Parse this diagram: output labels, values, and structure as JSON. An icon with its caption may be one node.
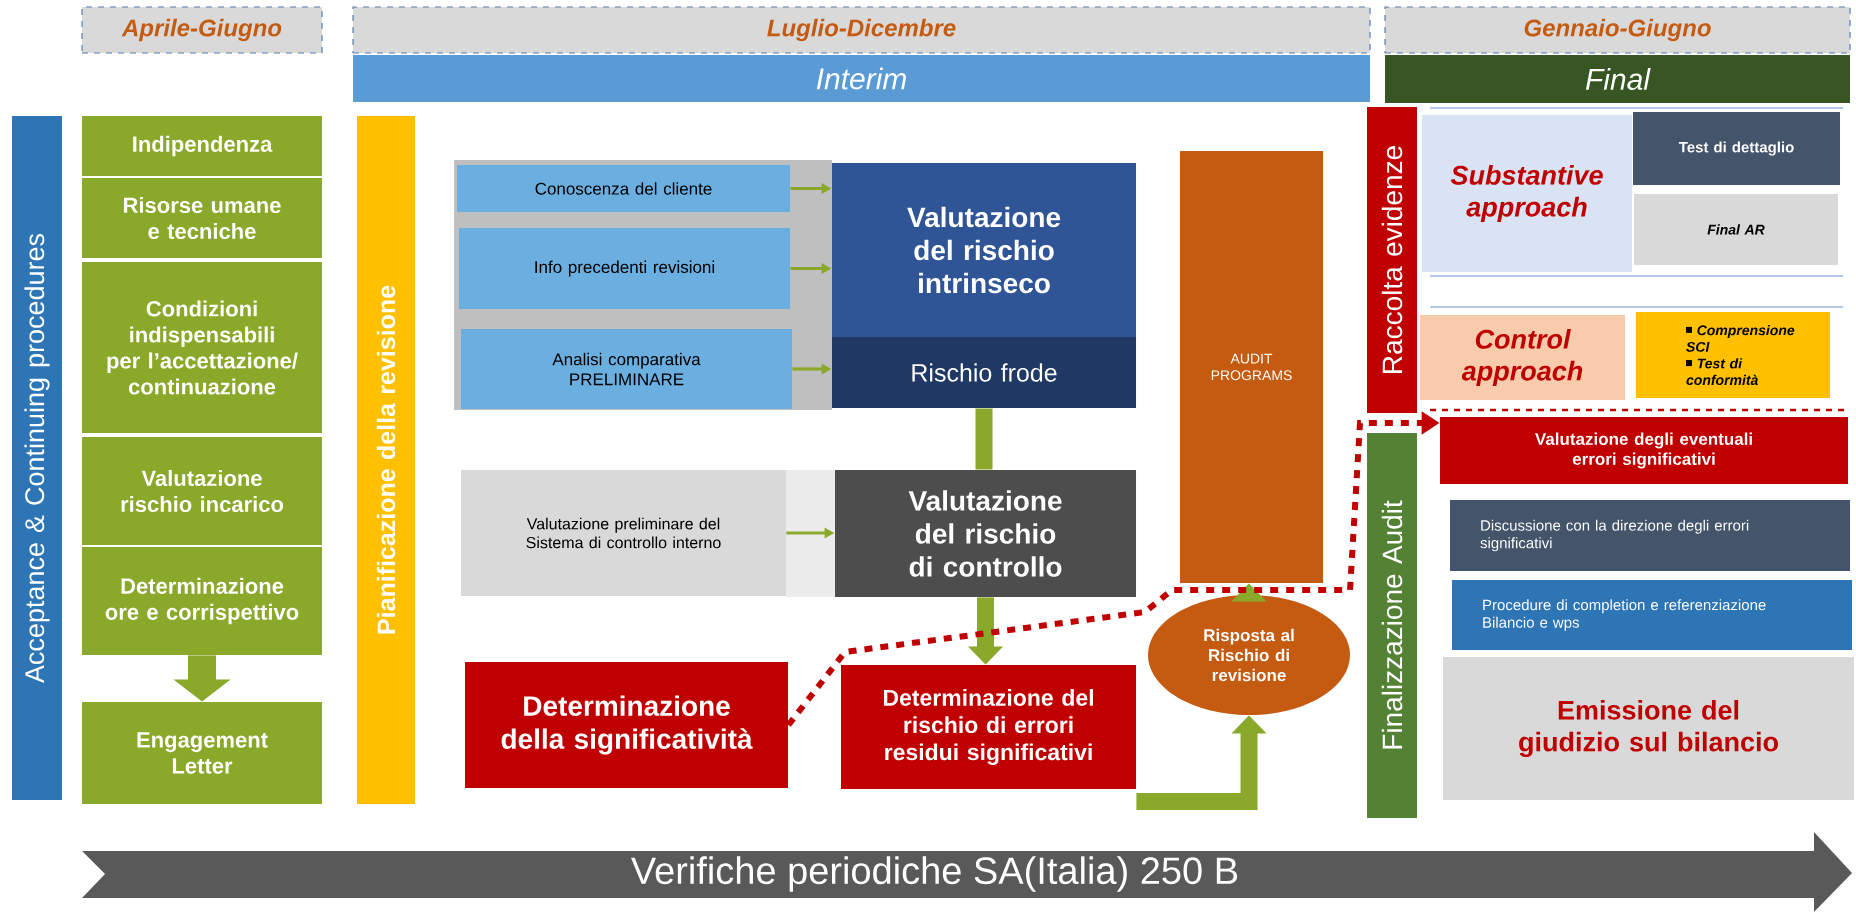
{
  "diagram": {
    "nodes": [
      {
        "text": [
          "Aprile-Giugno"
        ]
      },
      {
        "text": [
          "Luglio-Dicembre"
        ]
      },
      {
        "text": [
          "Gennaio-Giugno"
        ]
      },
      {
        "text": [
          "Interim"
        ]
      },
      {
        "text": [
          "Final"
        ]
      },
      {
        "text": [
          "Acceptance & Continuing procedures"
        ]
      },
      {
        "text": [
          "Indipendenza"
        ]
      },
      {
        "text": [
          "Risorse umane e tecniche"
        ]
      },
      {
        "text": [
          "Condizioni indispensabili per l’accettazione/ continuazione"
        ]
      },
      {
        "text": [
          "Valutazione rischio incarico"
        ]
      },
      {
        "text": [
          "Determinazione ore e corrispettivo"
        ]
      },
      {
        "text": [
          "Engagement Letter"
        ]
      },
      {
        "text": [
          "Pianificazione della revisione"
        ]
      },
      {
        "text": [
          "Conoscenza del cliente"
        ]
      },
      {
        "text": [
          "Info precedenti revisioni"
        ]
      },
      {
        "text": [
          "Analisi comparativa PRELIMINARE"
        ]
      },
      {
        "text": [
          "Valutazione del rischio intrinseco"
        ]
      },
      {
        "text": [
          "Rischio frode"
        ]
      },
      {
        "text": [
          "Valutazione preliminare del Sistema di controllo interno"
        ]
      },
      {
        "text": [
          "Valutazione del rischio di controllo"
        ]
      },
      {
        "text": [
          "Determinazione della significatività"
        ]
      },
      {
        "text": [
          "Determinazione del rischio di errori residui significativi"
        ]
      },
      {
        "text": [
          "AUDIT PROGRAMS"
        ]
      },
      {
        "text": [
          "Risposta al Rischio di revisione"
        ]
      },
      {
        "text": [
          "Raccolta evidenze"
        ]
      },
      {
        "text": [
          "Substantive approach"
        ]
      },
      {
        "text": [
          "Test di dettaglio"
        ]
      },
      {
        "text": [
          "Final AR"
        ]
      },
      {
        "text": [
          "Control approach"
        ]
      },
      {
        "text": [
          "Comprensione SCI",
          "Test di conformità"
        ]
      },
      {
        "text": [
          "Finalizzazione Audit"
        ]
      },
      {
        "text": [
          "Valutazione degli eventuali errori significativi"
        ]
      },
      {
        "text": [
          "Discussione con la direzione degli errori significativi"
        ]
      },
      {
        "text": [
          "Procedure di completion e referenziazione Bilancio e wps"
        ]
      },
      {
        "text": [
          "Emissione del giudizio sul bilancio"
        ]
      },
      {
        "text": [
          "Verifiche periodiche SA(Italia) 250 B"
        ]
      }
    ],
    "edges": [
      {
        "from": 10,
        "to": 11,
        "arrow": "to",
        "style": "thick"
      },
      {
        "from": 13,
        "to": 16,
        "arrow": "to"
      },
      {
        "from": 14,
        "to": 16,
        "arrow": "to"
      },
      {
        "from": 15,
        "to": 17,
        "arrow": "to"
      },
      {
        "from": 18,
        "to": 19,
        "arrow": "to"
      },
      {
        "from": 17,
        "to": 19,
        "arrow": "none",
        "style": "thick"
      },
      {
        "from": 19,
        "to": 21,
        "arrow": "to",
        "style": "thick"
      },
      {
        "from": 21,
        "to": 23,
        "arrow": "to",
        "style": "thick"
      },
      {
        "from": 23,
        "to": 22,
        "arrow": "to",
        "style": "thick"
      },
      {
        "from": 20,
        "to": 31,
        "arrow": "to",
        "style": "dashed",
        "color": "#c00000"
      }
    ]
  }
}
